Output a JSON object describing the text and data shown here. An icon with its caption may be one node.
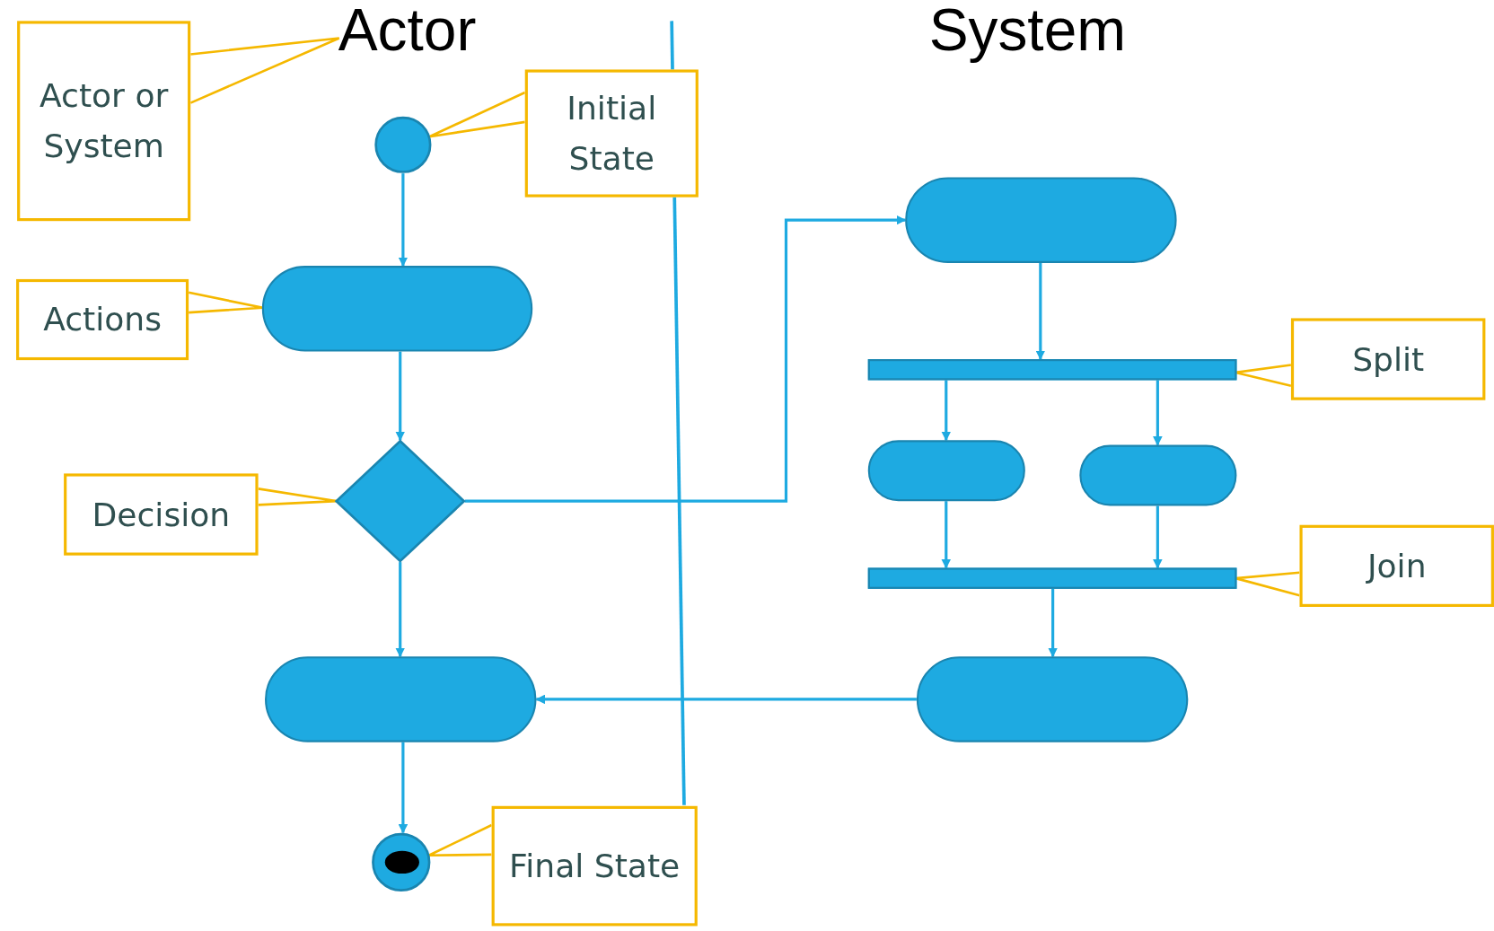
{
  "diagram": {
    "nodes": [
      {
        "text": [
          "Actor or System"
        ]
      },
      {
        "text": [
          "Actor"
        ]
      },
      {
        "text": [],
        "shape": "circle"
      },
      {
        "text": [
          "Initial State"
        ]
      },
      {
        "text": [
          "Actions"
        ]
      },
      {
        "text": [],
        "shape": "box"
      },
      {
        "text": [
          "Decision"
        ]
      },
      {
        "text": [],
        "shape": "diamond"
      },
      {
        "text": [],
        "shape": "box"
      },
      {
        "text": [],
        "shape": "circle"
      },
      {
        "text": [
          "Final State"
        ]
      },
      {
        "text": [],
        "shape": "box"
      },
      {
        "text": [],
        "shape": "bar"
      },
      {
        "text": [],
        "shape": "box"
      },
      {
        "text": [],
        "shape": "box"
      },
      {
        "text": [
          "Split"
        ]
      },
      {
        "text": [],
        "shape": "bar"
      },
      {
        "text": [
          "Join"
        ]
      },
      {
        "text": [],
        "shape": "box"
      }
    ],
    "edges": [
      {
        "from": 2,
        "to": 5,
        "arrow": "to"
      },
      {
        "from": 5,
        "to": 7,
        "arrow": "to"
      },
      {
        "from": 7,
        "to": 8,
        "arrow": "to"
      },
      {
        "from": 7,
        "to": 11,
        "arrow": "to"
      },
      {
        "from": 8,
        "to": 9,
        "arrow": "to"
      },
      {
        "from": 11,
        "to": 12,
        "arrow": "to"
      },
      {
        "from": 12,
        "to": 13,
        "arrow": "to"
      },
      {
        "from": 12,
        "to": 14,
        "arrow": "to"
      },
      {
        "from": 13,
        "to": 16,
        "arrow": "to"
      },
      {
        "from": 14,
        "to": 16,
        "arrow": "to"
      },
      {
        "from": 16,
        "to": 18,
        "arrow": "to"
      },
      {
        "from": 18,
        "to": 8,
        "arrow": "to"
      },
      {
        "from": 0,
        "to": 1,
        "arrow": "none",
        "color": "#f5b800"
      },
      {
        "from": 3,
        "to": 2,
        "arrow": "none",
        "color": "#f5b800"
      },
      {
        "from": 4,
        "to": 5,
        "arrow": "none",
        "color": "#f5b800"
      },
      {
        "from": 6,
        "to": 7,
        "arrow": "none",
        "color": "#f5b800"
      },
      {
        "from": 10,
        "to": 9,
        "arrow": "none",
        "color": "#f5b800"
      },
      {
        "from": 15,
        "to": 12,
        "arrow": "none",
        "color": "#f5b800"
      },
      {
        "from": 17,
        "to": 16,
        "arrow": "none",
        "color": "#f5b800"
      }
    ],
    "labels": [
      "System"
    ]
  }
}
